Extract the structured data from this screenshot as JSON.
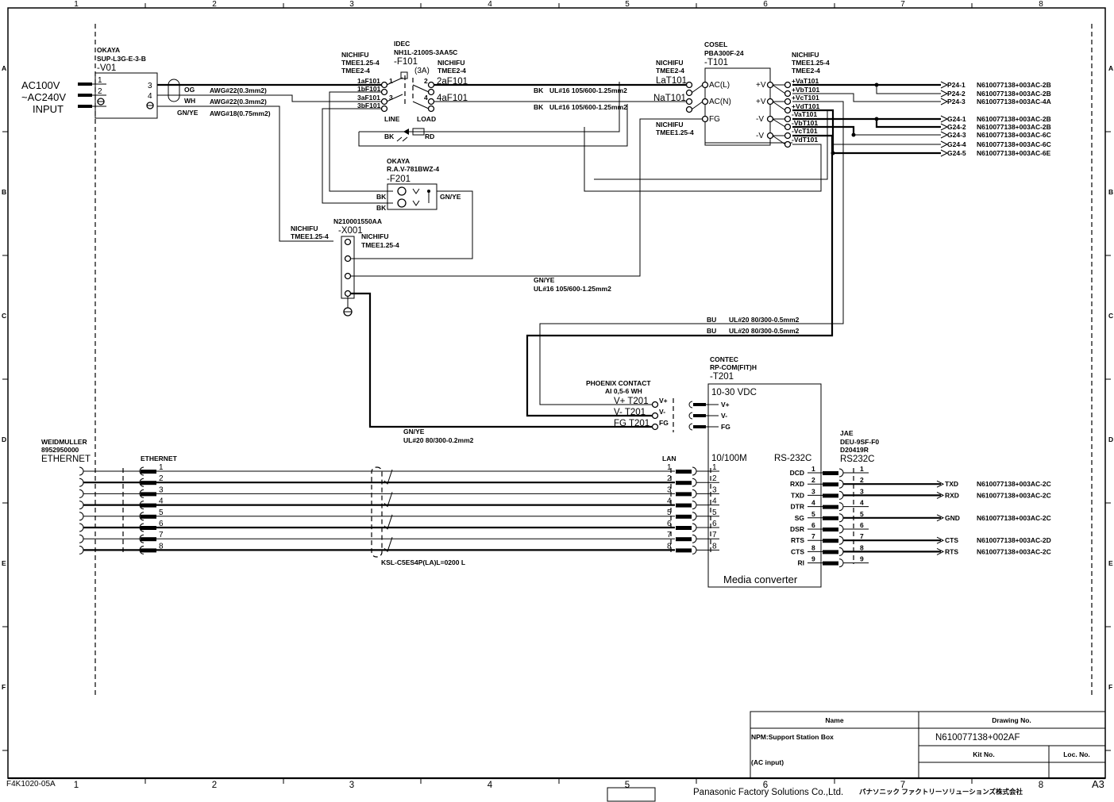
{
  "sheet": {
    "columns": [
      "1",
      "2",
      "3",
      "4",
      "5",
      "6",
      "7",
      "8"
    ],
    "rows": [
      "A",
      "B",
      "C",
      "D",
      "E",
      "F"
    ],
    "form_code": "F4K1020-05A",
    "size": "A3",
    "company": "Panasonic Factory Solutions Co.,Ltd.",
    "company_jp": "パナソニック ファクトリーソリューションズ株式会社"
  },
  "title_block": {
    "name_header": "Name",
    "name_line1": "NPM:Support Station Box",
    "name_line2": "(AC input)",
    "drawing_no_header": "Drawing No.",
    "drawing_no": "N610077138+002AF",
    "kit_no_header": "Kit No.",
    "kit_no": "",
    "loc_no_header": "Loc. No.",
    "loc_no": ""
  },
  "input": {
    "line1": "AC100V",
    "line2": "~AC240V",
    "line3": "INPUT"
  },
  "v01": {
    "maker": "OKAYA",
    "part": "SUP-L3G-E-3-B",
    "ref": "-V01",
    "pins_in": [
      "1",
      "2"
    ],
    "pins_out": [
      "3",
      "4"
    ],
    "wire_colors": [
      "OG",
      "WH",
      "GN/YE"
    ],
    "wire_specs": [
      "AWG#22(0.3mm2)",
      "AWG#22(0.3mm2)",
      "AWG#18(0.75mm2)"
    ]
  },
  "f101": {
    "maker": "IDEC",
    "part": "NH1L-2100S-3AA5C",
    "ref": "-F101",
    "rating": "(3A)",
    "left_terminal_maker": "NICHIFU",
    "left_terminal_parts": [
      "TMEE1.25-4",
      "TMEE2-4"
    ],
    "right_terminal_maker": "NICHIFU",
    "right_terminal_part": "TMEE2-4",
    "left_labels": [
      "1aF101",
      "1bF101",
      "3aF101",
      "3bF101"
    ],
    "pin_labels": [
      "1",
      "2",
      "3",
      "4"
    ],
    "right_labels": [
      "2aF101",
      "4aF101"
    ],
    "line_label": "LINE",
    "load_label": "LOAD",
    "lamp_left": "BK",
    "lamp_right": "RD"
  },
  "main_wires": [
    {
      "color": "BK",
      "spec": "UL#16 105/600-1.25mm2"
    },
    {
      "color": "BK",
      "spec": "UL#16 105/600-1.25mm2"
    }
  ],
  "t101": {
    "maker": "COSEL",
    "part": "PBA300F-24",
    "ref": "-T101",
    "in_terminal_maker": "NICHIFU",
    "in_terminal_part": "TMEE2-4",
    "fg_terminal_maker": "NICHIFU",
    "fg_terminal_part": "TMEE1.25-4",
    "in_labels": [
      "LaT101",
      "NaT101"
    ],
    "in_pins": [
      "AC(L)",
      "AC(N)",
      "FG"
    ],
    "out_pins": [
      "+V",
      "+V",
      "-V",
      "-V"
    ],
    "out_terminal_maker": "NICHIFU",
    "out_terminal_parts": [
      "TMEE1.25-4",
      "TMEE2-4"
    ],
    "out_labels": [
      "+VaT101",
      "+VbT101",
      "+VcT101",
      "+VdT101",
      "-VaT101",
      "-VbT101",
      "-VcT101",
      "-VdT101"
    ]
  },
  "outputs": [
    {
      "signal": "P24-1",
      "ref": "N610077138+003AC-2B"
    },
    {
      "signal": "P24-2",
      "ref": "N610077138+003AC-2B"
    },
    {
      "signal": "P24-3",
      "ref": "N610077138+003AC-4A"
    },
    {
      "signal": "G24-1",
      "ref": "N610077138+003AC-2B"
    },
    {
      "signal": "G24-2",
      "ref": "N610077138+003AC-2B"
    },
    {
      "signal": "G24-3",
      "ref": "N610077138+003AC-6C"
    },
    {
      "signal": "G24-4",
      "ref": "N610077138+003AC-6C"
    },
    {
      "signal": "G24-5",
      "ref": "N610077138+003AC-6E"
    }
  ],
  "f201": {
    "maker": "OKAYA",
    "part": "R.A.V-781BWZ-4",
    "ref": "-F201",
    "wire_labels": [
      "BK",
      "BK"
    ],
    "ground_label": "GN/YE"
  },
  "x001": {
    "part": "N210001550AA",
    "ref": "-X001",
    "left_maker": "NICHIFU",
    "left_part": "TMEE1.25-4",
    "right_maker": "NICHIFU",
    "right_part": "TMEE1.25-4"
  },
  "ground_wire": {
    "color": "GN/YE",
    "spec": "UL#16 105/600-1.25mm2"
  },
  "dc_wires": [
    {
      "color": "BU",
      "spec": "UL#20 80/300-0.5mm2"
    },
    {
      "color": "BU",
      "spec": "UL#20 80/300-0.5mm2"
    }
  ],
  "t201": {
    "maker": "CONTEC",
    "part": "RP-COM(FIT)H",
    "ref": "-T201",
    "supply": "10-30 VDC",
    "ferrule_maker": "PHOENIX CONTACT",
    "ferrule_part": "AI 0,5-6 WH",
    "power_labels": [
      "V+ T201",
      "V- T201",
      "FG T201"
    ],
    "power_pins": [
      "V+",
      "V-",
      "FG"
    ],
    "lan_header": "10/100M",
    "rs_header": "RS-232C",
    "name": "Media converter"
  },
  "fg_wire": {
    "color": "GN/YE",
    "spec": "UL#20 80/300-0.2mm2"
  },
  "ethernet": {
    "maker": "WEIDMULLER",
    "part": "8952950000",
    "label": "ETHERNET",
    "conn_label": "ETHERNET",
    "lan_label": "LAN",
    "pins": [
      "1",
      "2",
      "3",
      "4",
      "5",
      "6",
      "7",
      "8"
    ],
    "cable": "KSL-C5ES4P(LA)L=0200 L"
  },
  "rs232": {
    "maker": "JAE",
    "part": "DEU-9SF-F0",
    "part2": "D20419R",
    "label": "RS232C",
    "pins": [
      {
        "num": "1",
        "name": "DCD",
        "dest": "",
        "ref": ""
      },
      {
        "num": "2",
        "name": "RXD",
        "dest": "TXD",
        "ref": "N610077138+003AC-2C"
      },
      {
        "num": "3",
        "name": "TXD",
        "dest": "RXD",
        "ref": "N610077138+003AC-2C"
      },
      {
        "num": "4",
        "name": "DTR",
        "dest": "",
        "ref": ""
      },
      {
        "num": "5",
        "name": "SG",
        "dest": "GND",
        "ref": "N610077138+003AC-2C"
      },
      {
        "num": "6",
        "name": "DSR",
        "dest": "",
        "ref": ""
      },
      {
        "num": "7",
        "name": "RTS",
        "dest": "CTS",
        "ref": "N610077138+003AC-2D"
      },
      {
        "num": "8",
        "name": "CTS",
        "dest": "RTS",
        "ref": "N610077138+003AC-2C"
      },
      {
        "num": "9",
        "name": "RI",
        "dest": "",
        "ref": ""
      }
    ]
  }
}
